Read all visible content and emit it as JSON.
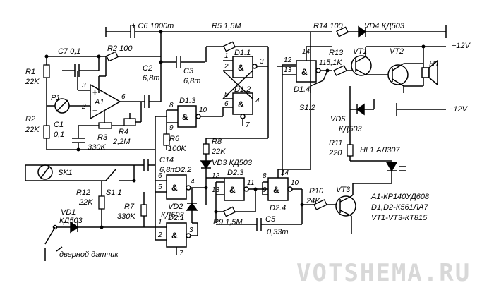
{
  "labels": {
    "c6": "+ C6 1000m",
    "r5": "R5 1,5M",
    "r14": "R14 100",
    "vd4": "VD4 КД503",
    "c7": "C7 0,1",
    "r2": "R2 100",
    "c2": "C2",
    "c2v": "6,8m",
    "r1": "R1",
    "r1v": "22K",
    "p1": "P1",
    "a1": "A1",
    "r2b": "R2",
    "r2bv": "22K",
    "c1": "C1",
    "c1v": "0,1",
    "r3": "R3",
    "r3v": "330K",
    "r4": "R4",
    "r4v": "2,2M",
    "c3": "C3",
    "c3v": "6,8m",
    "d11": "D1.1",
    "d12": "D1.2",
    "d13": "D1.3",
    "d14": "D1.4",
    "r13": "R13",
    "r13v": "5,1K",
    "vt1": "VT1",
    "vt2": "VT2",
    "h1": "H1",
    "plus12": "+12V",
    "minus12": "−12V",
    "s12": "S1.2",
    "vd5": "VD5",
    "vd5v": "КД503",
    "r6": "R6",
    "r6v": "100K",
    "r8": "R8",
    "r8v": "22K",
    "vd3": "VD3 КД503",
    "r11": "R11",
    "r11v": "220",
    "hl1": "HL1 АЛ307",
    "sk1": "SK1",
    "c14": "C14",
    "c14v": "6,8m",
    "d22": "D2.2",
    "d23": "D2.3",
    "d24": "D2.4",
    "d21": "D2.1",
    "r12": "R12",
    "r12v": "22K",
    "s11": "S1.1",
    "r7": "R7",
    "r7v": "330K",
    "vd2": "VD2",
    "vd2v": "КД503",
    "vd1": "VD1",
    "vd1v": "КД503",
    "r9": "R9 1,5M",
    "c5": "C5",
    "c5v": "0,33m",
    "r10": "R10",
    "r10v": "24K",
    "vt3": "VT3",
    "door": "дверной датчик",
    "parts1": "A1-КР140УД608",
    "parts2": "D1,D2-К561ЛА7",
    "parts3": "VT1-VT3-КТ815",
    "amp": "&",
    "watermark": "VOTSHEMA.RU"
  },
  "pins": {
    "a1_3": "3",
    "a1_2": "2",
    "a1_6": "6",
    "d11_1": "1",
    "d11_2": "2",
    "d11_3": "3",
    "d12_5": "5",
    "d12_6": "6",
    "d12_4": "4",
    "d12_7": "7",
    "d13_8": "8",
    "d13_9": "9",
    "d13_10": "10",
    "d14_12": "12",
    "d14_13": "13",
    "d14_14": "14",
    "d14_11": "11",
    "d22_6": "6",
    "d22_5": "5",
    "d22_4": "4",
    "d23_12": "12",
    "d23_13": "13",
    "d23_11": "11",
    "d24_8": "8",
    "d24_9": "9",
    "d24_14": "14",
    "d24_10": "10",
    "d21_1": "1",
    "d21_2": "2",
    "d21_3": "3",
    "d21_7": "7"
  }
}
